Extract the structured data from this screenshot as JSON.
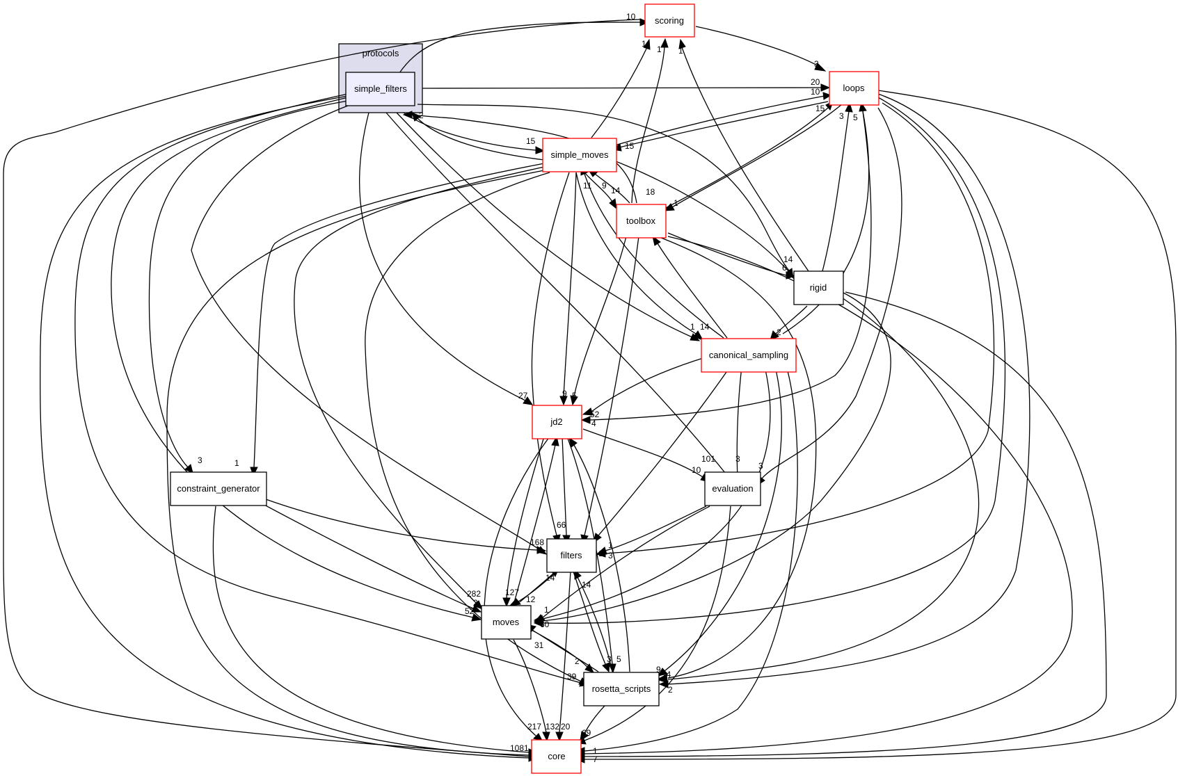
{
  "cluster": {
    "label": "protocols"
  },
  "colors": {
    "cluster_fill": "#dddded",
    "focus_fill": "#eeeeff",
    "red_border": "#ff0000",
    "black_border": "#000000"
  },
  "nodes": {
    "scoring": "scoring",
    "simple_filters": "simple_filters",
    "loops": "loops",
    "simple_moves": "simple_moves",
    "toolbox": "toolbox",
    "rigid": "rigid",
    "canonical_sampling": "canonical_sampling",
    "jd2": "jd2",
    "constraint_generator": "constraint_generator",
    "evaluation": "evaluation",
    "filters": "filters",
    "moves": "moves",
    "rosetta_scripts": "rosetta_scripts",
    "core": "core"
  },
  "edge_labels": [
    "10",
    "1",
    "1",
    "1",
    "3",
    "20",
    "10",
    "15",
    "15",
    "15",
    "5",
    "3",
    "2",
    "11",
    "9",
    "14",
    "18",
    "1",
    "14",
    "6",
    "1",
    "14",
    "2",
    "27",
    "9",
    "5",
    "52",
    "4",
    "3",
    "1",
    "101",
    "10",
    "3",
    "3",
    "66",
    "1",
    "2",
    "1",
    "168",
    "1",
    "3",
    "14",
    "12",
    "127",
    "282",
    "52",
    "2",
    "1",
    "60",
    "14",
    "3",
    "5",
    "31",
    "2",
    "39",
    "9",
    "14",
    "1",
    "2",
    "217",
    "132",
    "20",
    "69",
    "1081",
    "1",
    "7"
  ]
}
